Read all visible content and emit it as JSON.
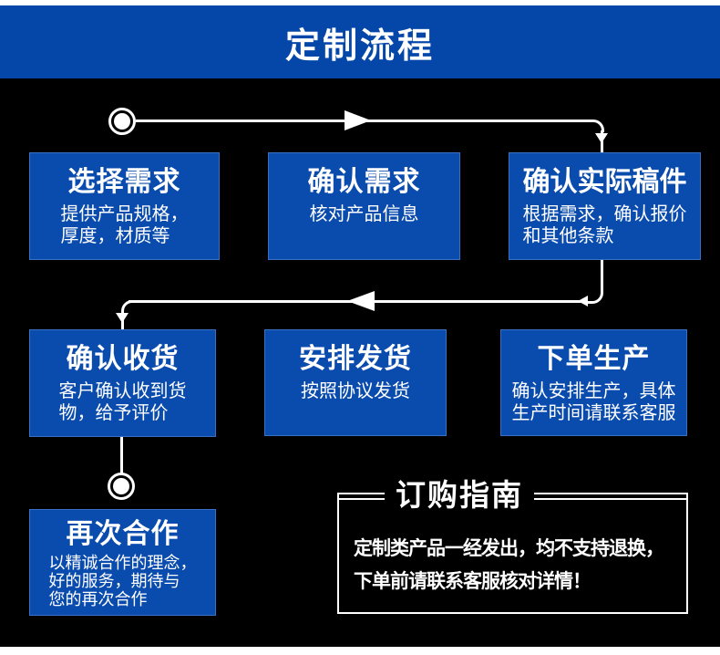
{
  "header": {
    "title": "定制流程"
  },
  "steps": [
    {
      "title": "选择需求",
      "lines": [
        "提供产品规格，",
        "厚度，材质等"
      ]
    },
    {
      "title": "确认需求",
      "lines": [
        "核对产品信息"
      ]
    },
    {
      "title": "确认实际稿件",
      "lines": [
        "根据需求，确认报价",
        "和其他条款"
      ]
    },
    {
      "title": "确认收货",
      "lines": [
        "客户确认收到货",
        "物，给予评价"
      ]
    },
    {
      "title": "安排发货",
      "lines": [
        "按照协议发货"
      ]
    },
    {
      "title": "下单生产",
      "lines": [
        "确认安排生产，具体",
        "生产时间请联系客服"
      ]
    },
    {
      "title": "再次合作",
      "lines": [
        "以精诚合作的理念，",
        "好的服务，期待与",
        "您的再次合作"
      ]
    }
  ],
  "guide": {
    "title": "订购指南",
    "lines": [
      "定制类产品一经发出，均不支持退换，",
      "下单前请联系客服核对详情！"
    ]
  },
  "colors": {
    "header_blue": "#0447a9",
    "box_blue": "#0a4bae",
    "line_white": "#ffffff",
    "background": "#000000"
  }
}
